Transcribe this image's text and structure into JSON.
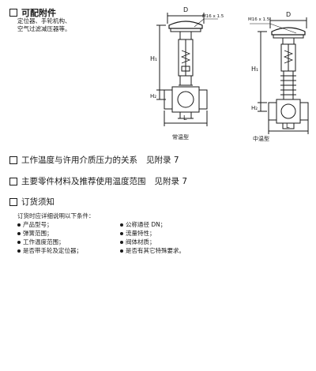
{
  "accessories": {
    "title": "可配附件",
    "lines": [
      "定位器、手轮机构、",
      "空气过滤减压器等。"
    ]
  },
  "diagram": {
    "dim_D": "D",
    "thread": "M16 x 1.5",
    "dim_H1": "H₁",
    "dim_H2": "H₂",
    "dim_L": "L",
    "caption_normal": "常温型",
    "caption_medium": "中温型"
  },
  "sections": [
    {
      "title": "工作温度与许用介质压力的关系",
      "ref": "见附录 7"
    },
    {
      "title": "主要零件材料及推荐使用温度范围",
      "ref": "见附录 7"
    }
  ],
  "order": {
    "title": "订货须知",
    "intro": "订货时应详细说明以下条件：",
    "items_left": [
      "产品型号；",
      "弹簧范围；",
      "工作温度范围；",
      "是否带手轮及定位器；"
    ],
    "items_right": [
      "公称通径 DN；",
      "流量特性；",
      "阀体材质；",
      "是否有其它特殊要求。"
    ]
  }
}
